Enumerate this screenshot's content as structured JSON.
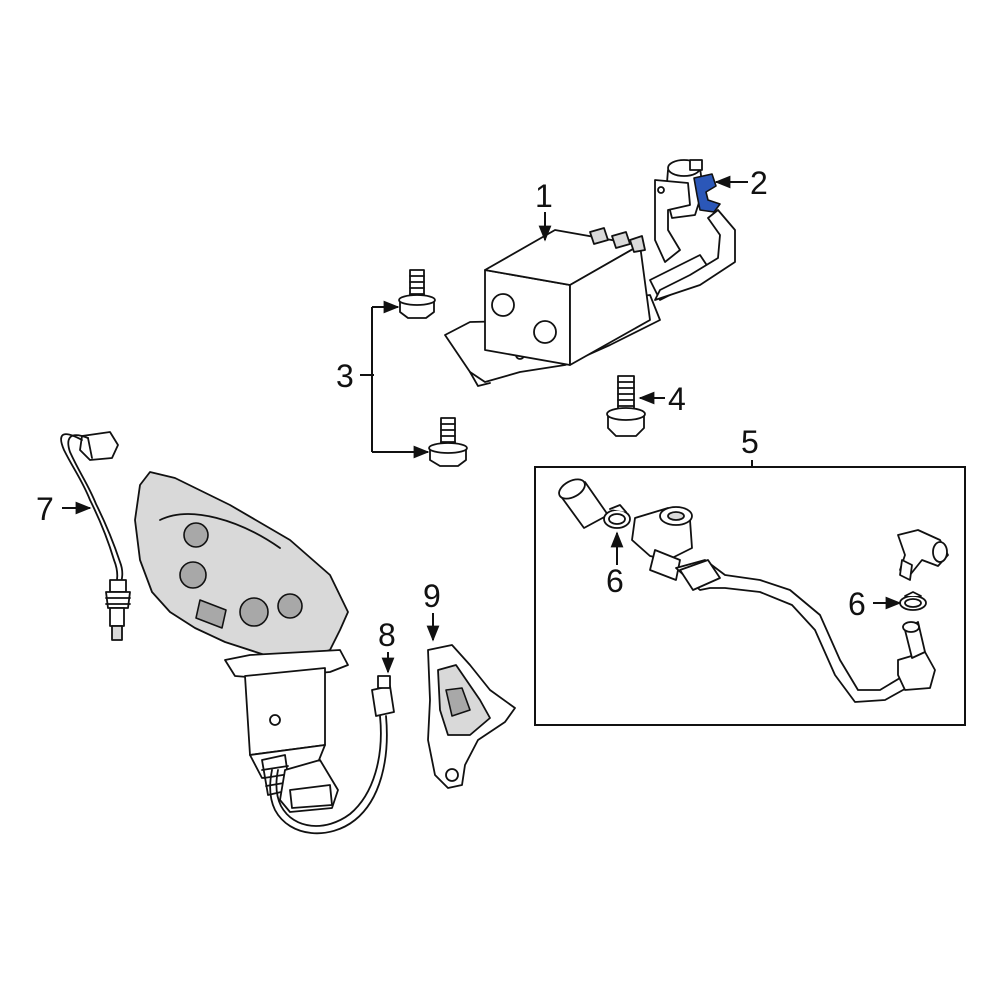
{
  "callouts": {
    "c1": "1",
    "c2": "2",
    "c3": "3",
    "c4": "4",
    "c5": "5",
    "c6a": "6",
    "c6b": "6",
    "c7": "7",
    "c8": "8",
    "c9": "9"
  },
  "colors": {
    "highlight": "#2b57b8",
    "line": "#111111",
    "background": "#ffffff"
  }
}
